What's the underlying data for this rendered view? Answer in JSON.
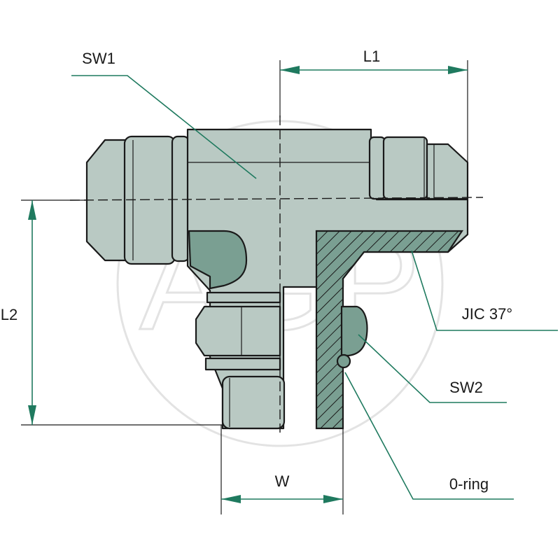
{
  "labels": {
    "sw1": "SW1",
    "l1": "L1",
    "l2": "L2",
    "jic": "JIC 37°",
    "sw2": "SW2",
    "w": "W",
    "oring": "0-ring"
  },
  "watermark": "AGP",
  "colors": {
    "metal": "#b9c9c3",
    "metal_dark": "#7a9f92",
    "dimension": "#1f7a5f",
    "outline": "#1a1a1a"
  }
}
